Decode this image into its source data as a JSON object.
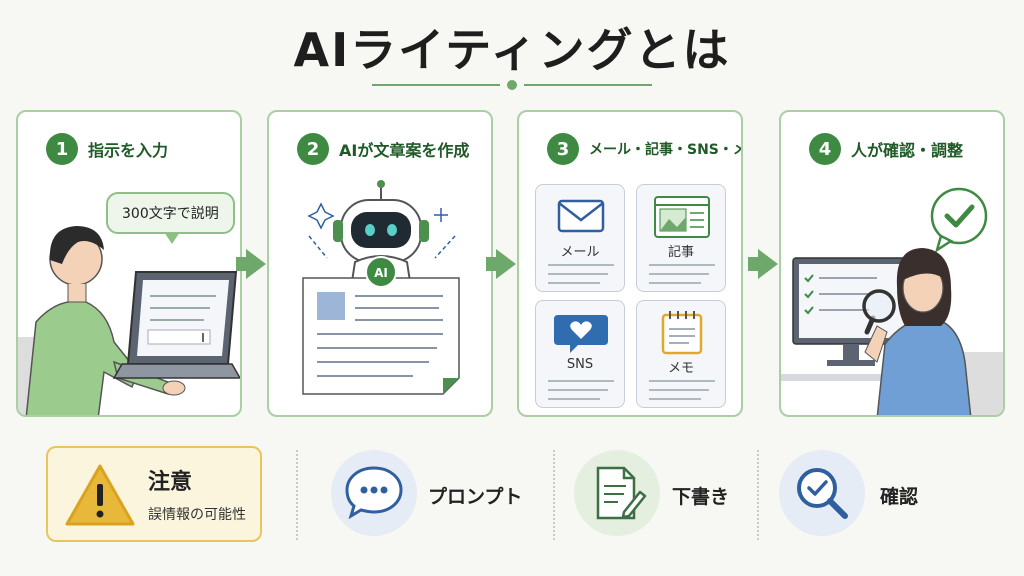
{
  "title": "AIライティングとは",
  "steps": [
    {
      "number": "1",
      "label": "指示を入力",
      "bubble": "300文字で説明"
    },
    {
      "number": "2",
      "label": "AIが文章案を作成",
      "badge": "AI"
    },
    {
      "number": "3",
      "label": "メール・記事・SNS・メモ",
      "tiles": [
        {
          "label": "メール"
        },
        {
          "label": "記事"
        },
        {
          "label": "SNS"
        },
        {
          "label": "メモ"
        }
      ]
    },
    {
      "number": "4",
      "label": "人が確認・調整"
    }
  ],
  "caution": {
    "title": "注意",
    "subtitle": "誤情報の可能性"
  },
  "keywords": [
    {
      "label": "プロンプト"
    },
    {
      "label": "下書き"
    },
    {
      "label": "確認"
    }
  ],
  "colors": {
    "accent": "#3e8a43",
    "card_border": "#a9cfa3",
    "warning": "#e8b83a",
    "blue": "#2f5f9e"
  }
}
